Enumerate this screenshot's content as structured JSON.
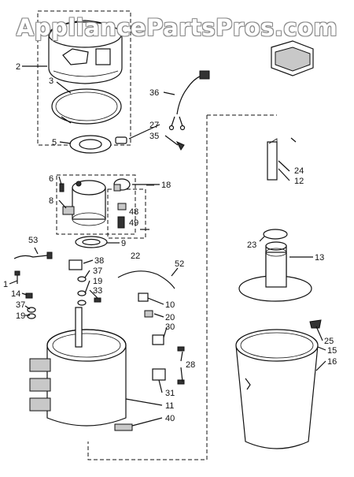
{
  "watermark": "AppliancePartsPros.com",
  "callouts": [
    {
      "id": "c1",
      "text": "1"
    },
    {
      "id": "c2",
      "text": "2"
    },
    {
      "id": "c3",
      "text": "3"
    },
    {
      "id": "c5",
      "text": "5"
    },
    {
      "id": "c6",
      "text": "6"
    },
    {
      "id": "c8",
      "text": "8"
    },
    {
      "id": "c9",
      "text": "9"
    },
    {
      "id": "c10",
      "text": "10"
    },
    {
      "id": "c11",
      "text": "11"
    },
    {
      "id": "c12",
      "text": "12"
    },
    {
      "id": "c13",
      "text": "13"
    },
    {
      "id": "c14",
      "text": "14"
    },
    {
      "id": "c15",
      "text": "15"
    },
    {
      "id": "c16",
      "text": "16"
    },
    {
      "id": "c18",
      "text": "18"
    },
    {
      "id": "c19a",
      "text": "19"
    },
    {
      "id": "c19b",
      "text": "19"
    },
    {
      "id": "c20",
      "text": "20"
    },
    {
      "id": "c22",
      "text": "22"
    },
    {
      "id": "c23",
      "text": "23"
    },
    {
      "id": "c24",
      "text": "24"
    },
    {
      "id": "c25",
      "text": "25"
    },
    {
      "id": "c27",
      "text": "27"
    },
    {
      "id": "c28",
      "text": "28"
    },
    {
      "id": "c30",
      "text": "30"
    },
    {
      "id": "c31",
      "text": "31"
    },
    {
      "id": "c33",
      "text": "33"
    },
    {
      "id": "c35",
      "text": "35"
    },
    {
      "id": "c36",
      "text": "36"
    },
    {
      "id": "c37a",
      "text": "37"
    },
    {
      "id": "c37b",
      "text": "37"
    },
    {
      "id": "c38",
      "text": "38"
    },
    {
      "id": "c40",
      "text": "40"
    },
    {
      "id": "c48",
      "text": "48"
    },
    {
      "id": "c49",
      "text": "49"
    },
    {
      "id": "c52",
      "text": "52"
    },
    {
      "id": "c53",
      "text": "53"
    }
  ]
}
